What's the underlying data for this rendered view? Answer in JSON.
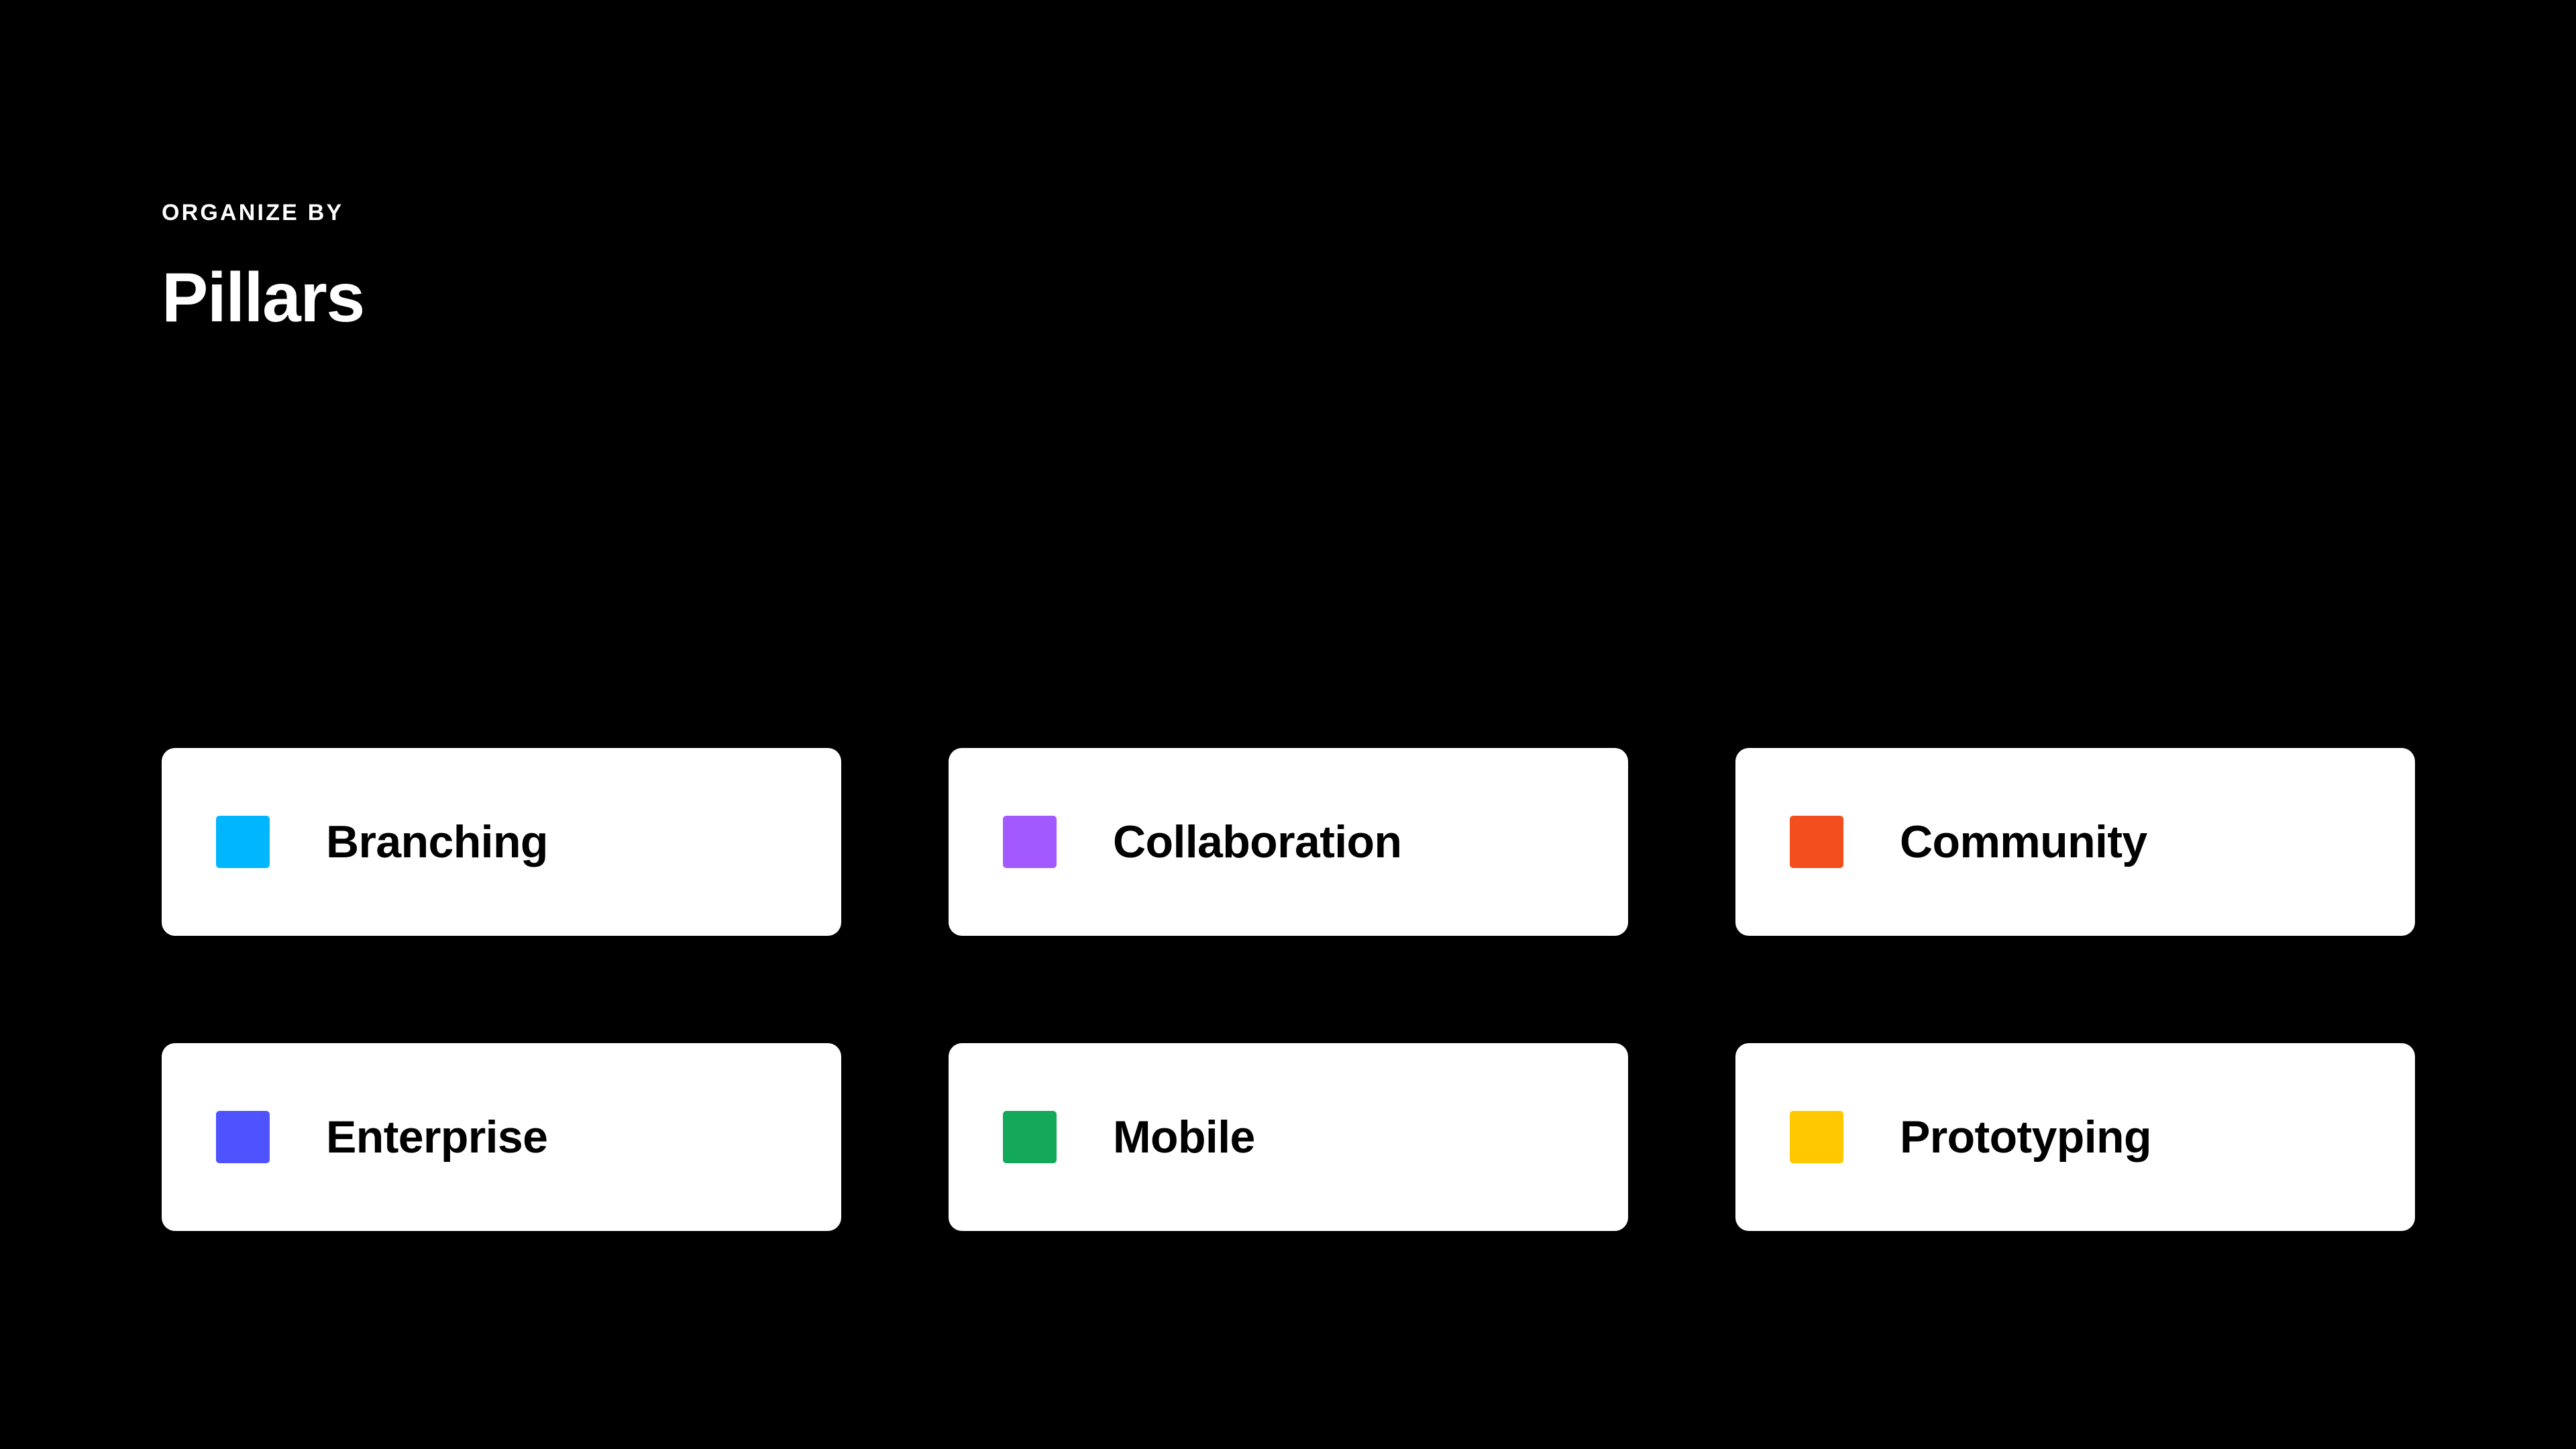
{
  "page": {
    "background_color": "#000000",
    "text_color": "#ffffff"
  },
  "header": {
    "eyebrow": "ORGANIZE BY",
    "title": "Pillars"
  },
  "grid": {
    "columns": 3,
    "rows": 2,
    "card_background": "#ffffff",
    "card_text_color": "#000000",
    "cards": [
      {
        "label": "Branching",
        "color": "#00B6FF",
        "swatch_name": "color-swatch-cyan"
      },
      {
        "label": "Collaboration",
        "color": "#A259FF",
        "swatch_name": "color-swatch-purple"
      },
      {
        "label": "Community",
        "color": "#F24E1E",
        "swatch_name": "color-swatch-orange"
      },
      {
        "label": "Enterprise",
        "color": "#4F52FF",
        "swatch_name": "color-swatch-indigo"
      },
      {
        "label": "Mobile",
        "color": "#14A85B",
        "swatch_name": "color-swatch-green"
      },
      {
        "label": "Prototyping",
        "color": "#FFC800",
        "swatch_name": "color-swatch-yellow"
      }
    ]
  }
}
